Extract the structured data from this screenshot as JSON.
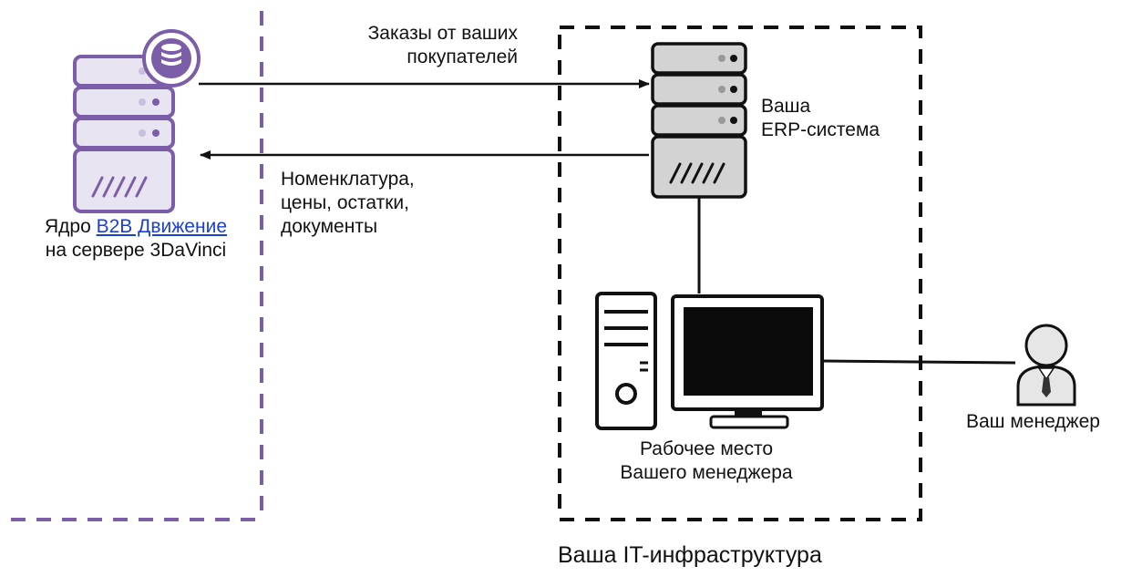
{
  "core": {
    "label_prefix": "Ядро ",
    "link_text": "B2B Движение",
    "label_line2": "на сервере 3DaVinci"
  },
  "flows": {
    "orders_line1": "Заказы от ваших",
    "orders_line2": "покупателей",
    "catalog_line1": "Номенклатура,",
    "catalog_line2": "цены, остатки,",
    "catalog_line3": "документы"
  },
  "erp": {
    "line1": "Ваша",
    "line2": "ERP-система"
  },
  "workplace": {
    "line1": "Рабочее место",
    "line2": "Вашего менеджера"
  },
  "manager": {
    "label": "Ваш менеджер"
  },
  "infrastructure": {
    "label": "Ваша IT-инфраструктура"
  },
  "colors": {
    "core_purple": "#7b5ea7",
    "core_fill": "#e8e4f2",
    "erp_fill": "#d3d3d3",
    "boundary_dash": "#111111",
    "link": "#1a3fd6"
  },
  "icons": [
    "database-icon",
    "server-core-icon",
    "erp-server-icon",
    "pc-tower-icon",
    "monitor-icon",
    "manager-user-icon"
  ]
}
